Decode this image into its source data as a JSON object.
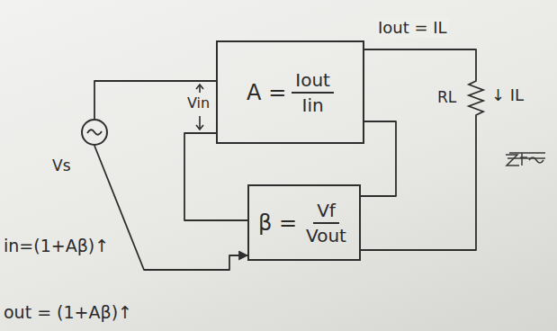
{
  "diagram": {
    "nodes": [
      {
        "text": [
          "A =",
          "Iout",
          "Iin"
        ]
      },
      {
        "text": [
          "RL"
        ]
      },
      {
        "text": [
          "Vs"
        ]
      },
      {
        "text": [
          "β =",
          "Vf",
          "Vout"
        ]
      }
    ],
    "edges": [
      {
        "from": 0,
        "to": 1,
        "arrow": "none",
        "label": "Iout = IL"
      },
      {
        "from": 2,
        "to": 0,
        "arrow": "none"
      },
      {
        "from": 0,
        "to": 3,
        "arrow": "none"
      },
      {
        "from": 0,
        "to": 3,
        "arrow": "none"
      },
      {
        "from": 1,
        "to": 3,
        "arrow": "none"
      },
      {
        "from": 2,
        "to": 3,
        "arrow": "to"
      }
    ],
    "labels": [
      "Vin",
      "↓ IL",
      "in=(1+Aβ)↑",
      "out = (1+Aβ)↑"
    ]
  }
}
